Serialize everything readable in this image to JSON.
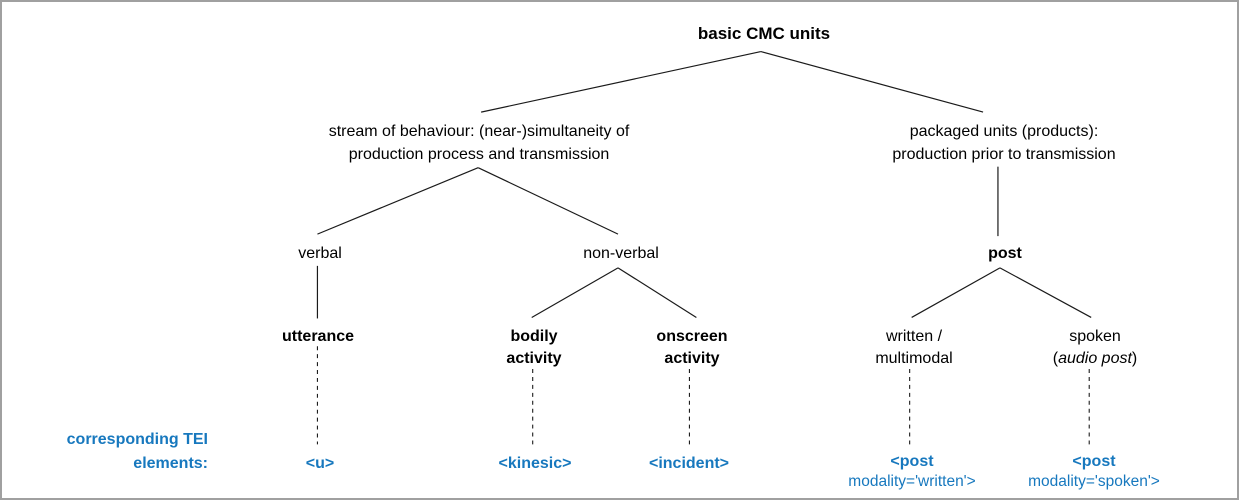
{
  "palette": {
    "tei_blue": "#1778be",
    "line_color": "#1a1a1a",
    "frame_border": "#a0a0a0",
    "background": "#ffffff"
  },
  "tree": {
    "root": {
      "label": "basic CMC units"
    },
    "stream": {
      "line1": "stream of behaviour: (near-)simultaneity of",
      "line2": "production process and transmission"
    },
    "packaged": {
      "line1": "packaged units (products):",
      "line2": "production prior to transmission"
    },
    "verbal": {
      "label": "verbal"
    },
    "nonverbal": {
      "label": "non-verbal"
    },
    "post": {
      "label": "post"
    },
    "utterance": {
      "label": "utterance"
    },
    "bodily": {
      "line1": "bodily",
      "line2": "activity"
    },
    "onscreen": {
      "line1": "onscreen",
      "line2": "activity"
    },
    "written": {
      "line1": "written /",
      "line2": "multimodal"
    },
    "spoken": {
      "line1": "spoken",
      "line2_open": "(",
      "line2_italic": "audio post",
      "line2_close": ")"
    }
  },
  "tei": {
    "caption_line1": "corresponding TEI",
    "caption_line2": "elements:",
    "u": "<u>",
    "kinesic": "<kinesic>",
    "incident": "<incident>",
    "post_written": {
      "line1": "<post",
      "line2": "modality='written'>"
    },
    "post_spoken": {
      "line1": "<post",
      "line2": "modality='spoken'>"
    }
  }
}
